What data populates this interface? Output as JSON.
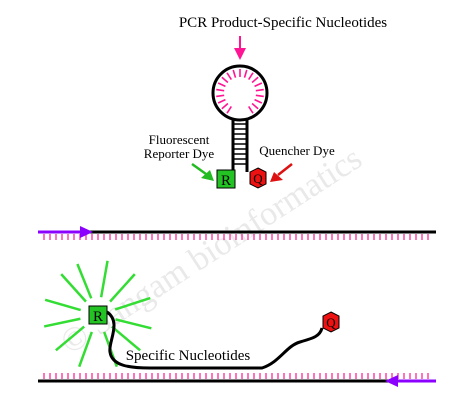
{
  "labels": {
    "top_title": "PCR Product-Specific Nucleotides",
    "fluorescent_line1": "Fluorescent",
    "fluorescent_line2": "Reporter Dye",
    "quencher": "Quencher Dye",
    "specific": "Specific Nucleotides",
    "watermark": "© Sangam bioinformatics"
  },
  "markers": {
    "reporter": "R",
    "quencher": "Q"
  },
  "colors": {
    "hairpin_loop": "#ff1493",
    "strand": "#000000",
    "ticks": "#ff1493",
    "primer_arrow": "#8b00ff",
    "reporter_fill": "#22c322",
    "reporter_rays": "#33dd33",
    "quencher_fill": "#ee1111",
    "title_arrow": "#ff1493",
    "fluor_arrow": "#22bb22",
    "quench_arrow": "#dd1111",
    "watermark": "#c8c8c8"
  }
}
